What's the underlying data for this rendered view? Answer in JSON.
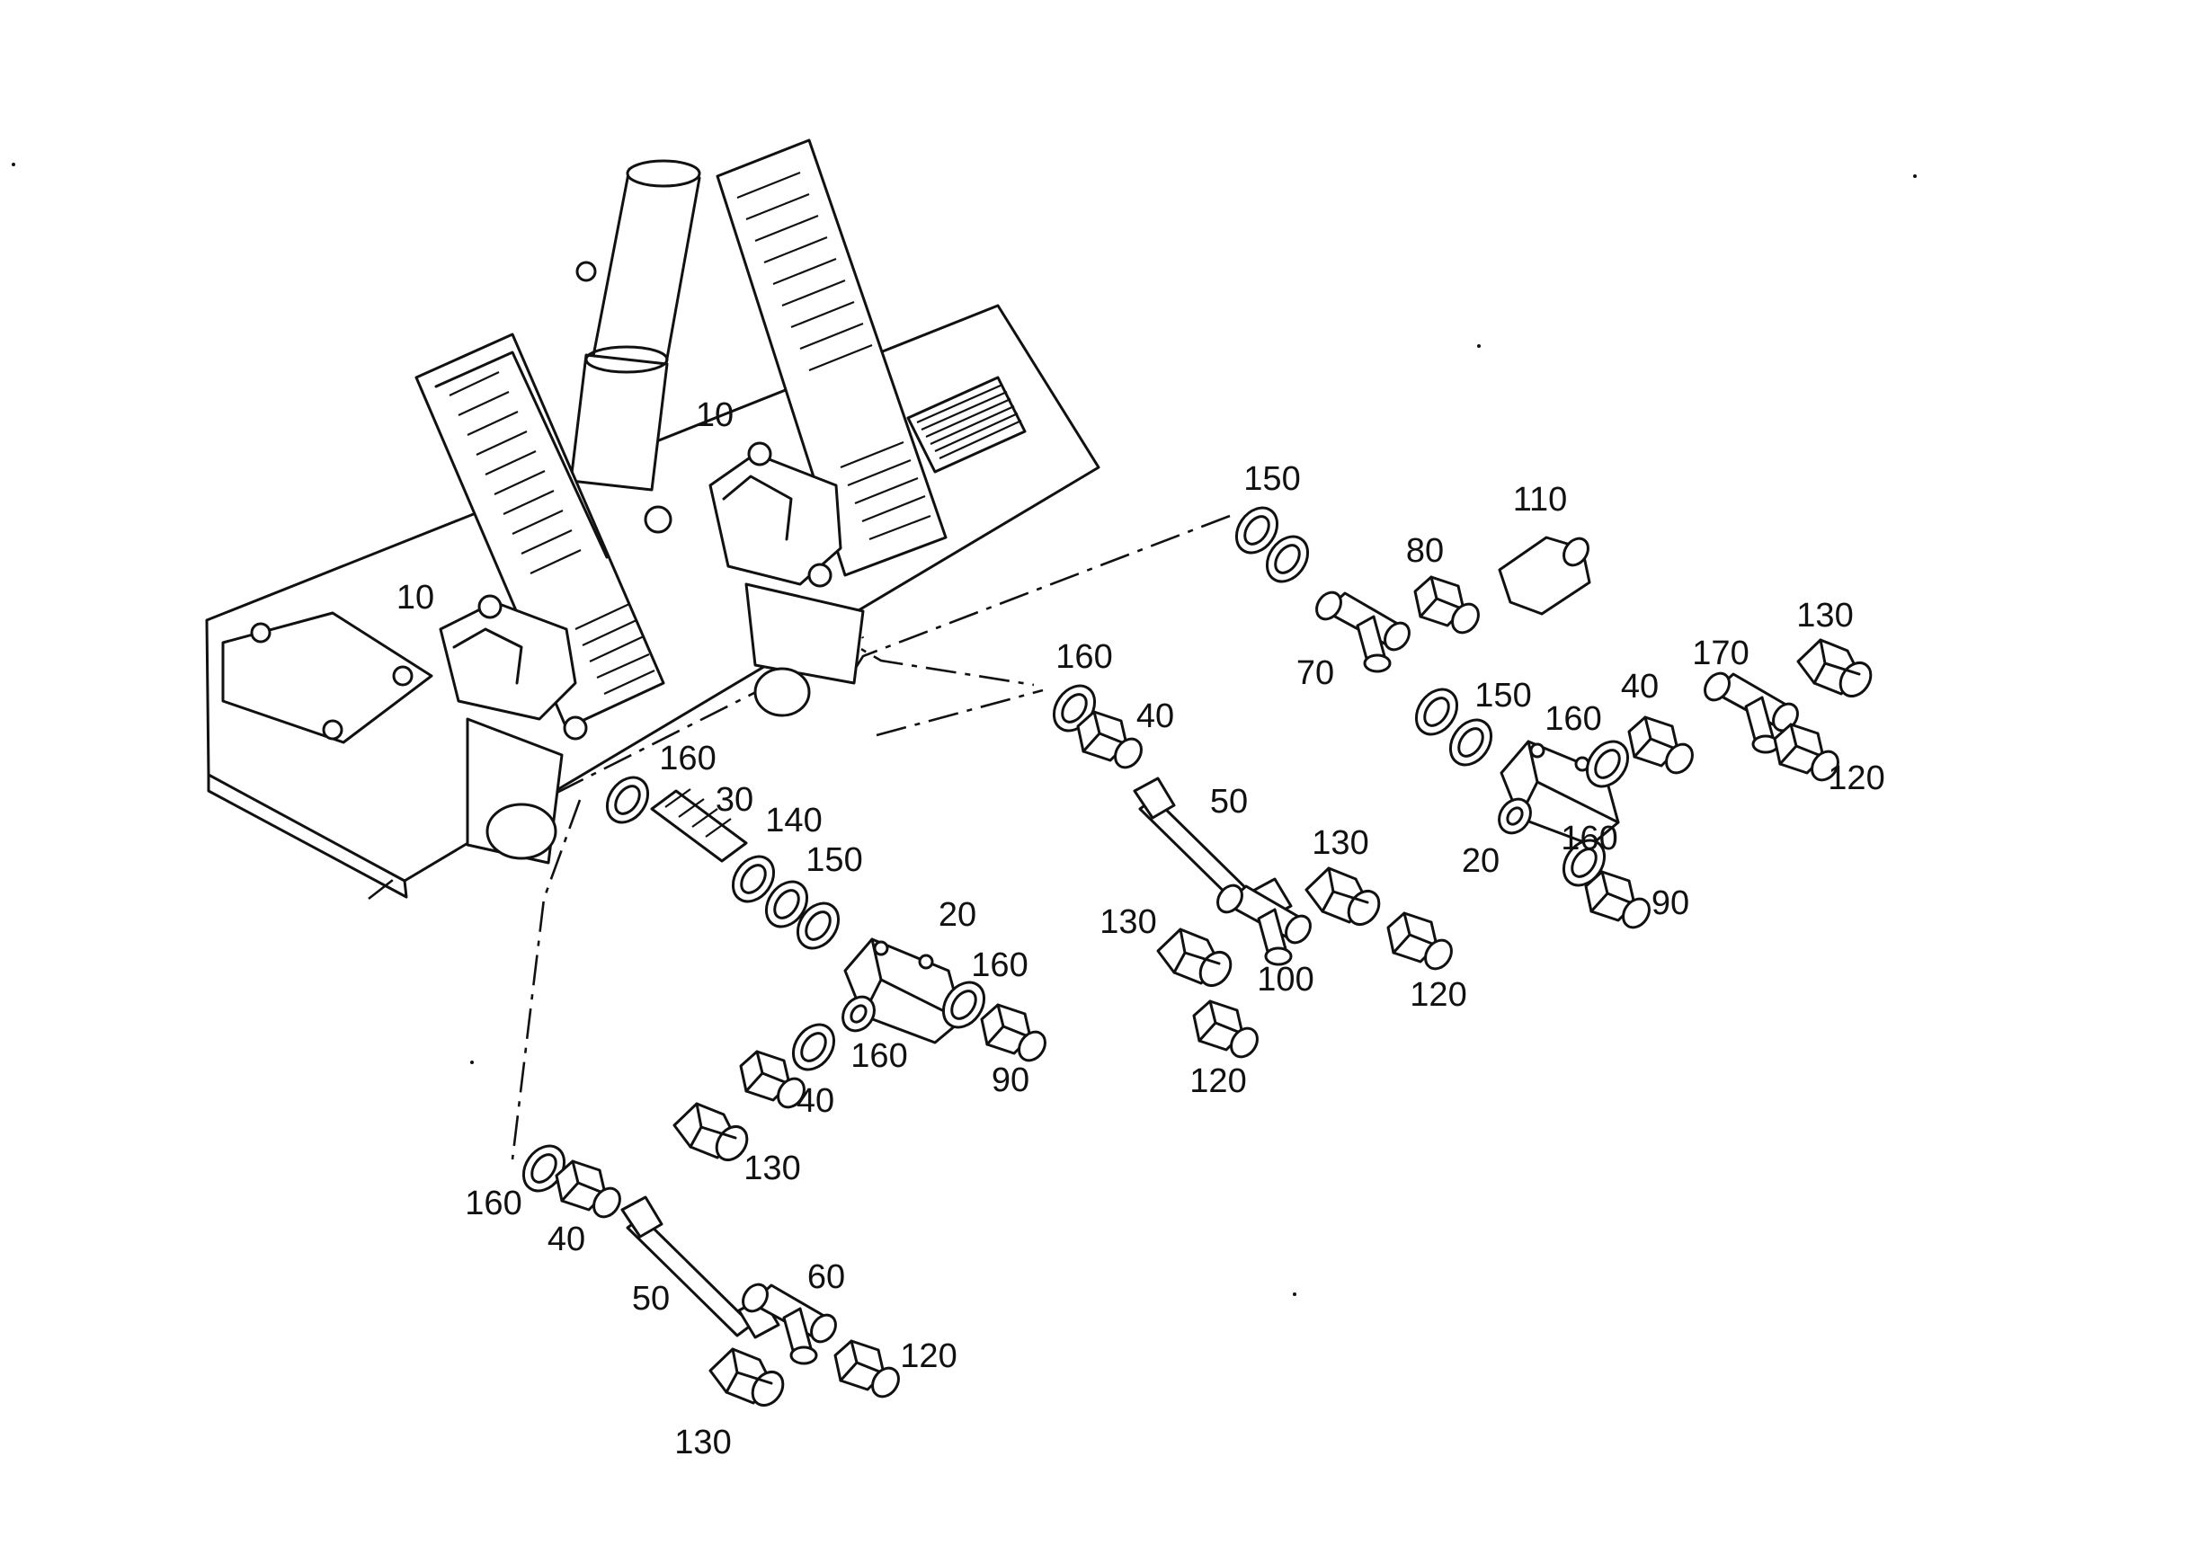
{
  "figure": {
    "type": "exploded parts diagram",
    "labels": [
      {
        "id": "l1",
        "text": "10"
      },
      {
        "id": "l2",
        "text": "10"
      },
      {
        "id": "l3",
        "text": "150"
      },
      {
        "id": "l4",
        "text": "110"
      },
      {
        "id": "l5",
        "text": "80"
      },
      {
        "id": "l6",
        "text": "70"
      },
      {
        "id": "l7",
        "text": "160"
      },
      {
        "id": "l8",
        "text": "40"
      },
      {
        "id": "l9",
        "text": "150"
      },
      {
        "id": "l10",
        "text": "160"
      },
      {
        "id": "l11",
        "text": "40"
      },
      {
        "id": "l12",
        "text": "170"
      },
      {
        "id": "l13",
        "text": "130"
      },
      {
        "id": "l14",
        "text": "120"
      },
      {
        "id": "l15",
        "text": "160"
      },
      {
        "id": "l16",
        "text": "30"
      },
      {
        "id": "l17",
        "text": "140"
      },
      {
        "id": "l18",
        "text": "150"
      },
      {
        "id": "l19",
        "text": "50"
      },
      {
        "id": "l20",
        "text": "130"
      },
      {
        "id": "l21",
        "text": "20"
      },
      {
        "id": "l22",
        "text": "160"
      },
      {
        "id": "l23",
        "text": "20"
      },
      {
        "id": "l24",
        "text": "160"
      },
      {
        "id": "l25",
        "text": "90"
      },
      {
        "id": "l26",
        "text": "130"
      },
      {
        "id": "l27",
        "text": "100"
      },
      {
        "id": "l28",
        "text": "120"
      },
      {
        "id": "l29",
        "text": "160"
      },
      {
        "id": "l30",
        "text": "40"
      },
      {
        "id": "l31",
        "text": "90"
      },
      {
        "id": "l32",
        "text": "120"
      },
      {
        "id": "l33",
        "text": "130"
      },
      {
        "id": "l34",
        "text": "160"
      },
      {
        "id": "l35",
        "text": "40"
      },
      {
        "id": "l36",
        "text": "60"
      },
      {
        "id": "l37",
        "text": "50"
      },
      {
        "id": "l38",
        "text": "120"
      },
      {
        "id": "l39",
        "text": "130"
      }
    ]
  }
}
